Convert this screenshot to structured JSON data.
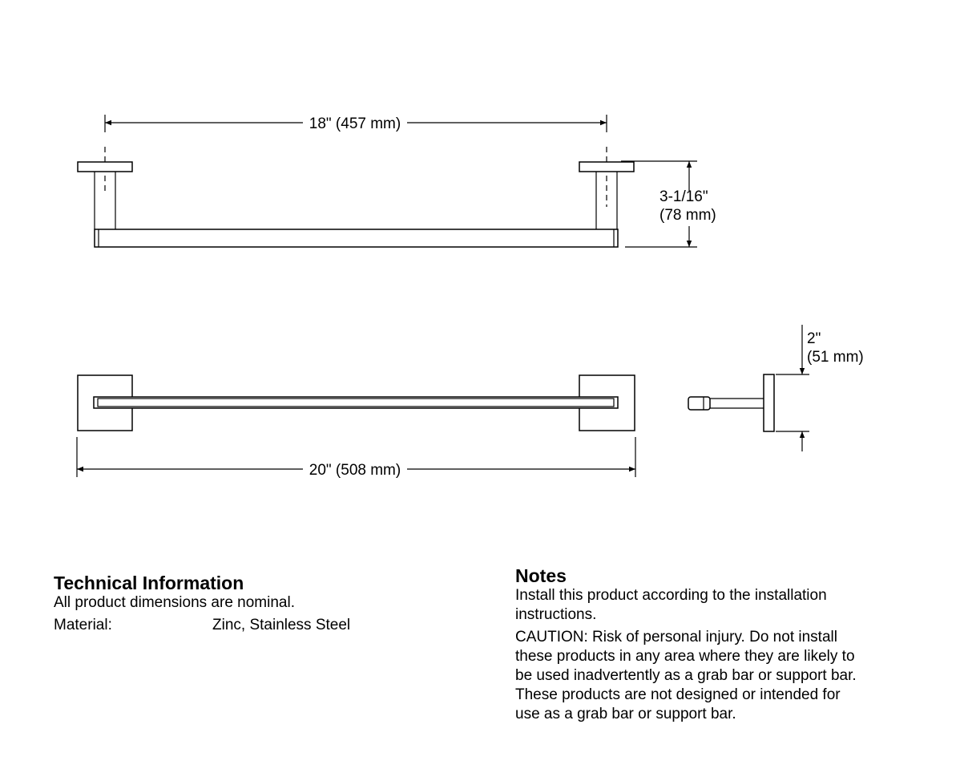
{
  "diagram": {
    "dim_length_top": "18\" (457 mm)",
    "dim_height_line1": "3-1/16\"",
    "dim_height_line2": "(78 mm)",
    "dim_length_bottom": "20\" (508 mm)",
    "dim_depth_line1": "2\"",
    "dim_depth_line2": "(51 mm)"
  },
  "technical_information": {
    "heading": "Technical Information",
    "intro": "All product dimensions are nominal.",
    "material_label": "Material:",
    "material_value": "Zinc, Stainless Steel"
  },
  "notes": {
    "heading": "Notes",
    "paragraph1": "Install this product according to the installation instructions.",
    "paragraph2": "CAUTION: Risk of personal injury. Do not install these products in any area where they are likely to be used inadvertently as a grab bar or support bar. These products are not designed or intended for use as a grab bar or support bar."
  }
}
